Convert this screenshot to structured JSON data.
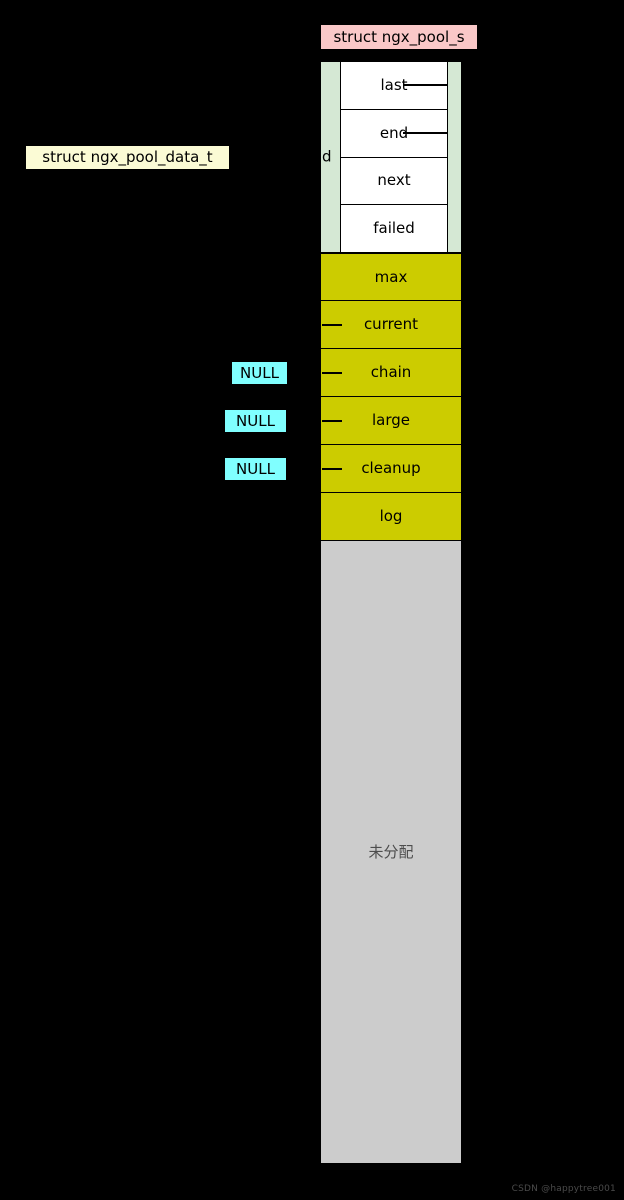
{
  "diagram": {
    "title_chip": "struct ngx_pool_s",
    "data_struct_chip": "struct ngx_pool_data_t",
    "data_member_label": "d",
    "data_fields": [
      {
        "label": "last",
        "has_pointer_line": true
      },
      {
        "label": "end",
        "has_pointer_line": true
      },
      {
        "label": "next",
        "has_pointer_line": false
      },
      {
        "label": "failed",
        "has_pointer_line": false
      }
    ],
    "pool_fields": [
      {
        "label": "max",
        "has_tick": false
      },
      {
        "label": "current",
        "has_tick": true
      },
      {
        "label": "chain",
        "has_tick": true
      },
      {
        "label": "large",
        "has_tick": true
      },
      {
        "label": "cleanup",
        "has_tick": true
      },
      {
        "label": "log",
        "has_tick": false
      }
    ],
    "null_labels": [
      "NULL",
      "NULL",
      "NULL"
    ],
    "unallocated_label": "未分配",
    "watermark": "CSDN @happytree001",
    "colors": {
      "background": "#000000",
      "title_chip_bg": "#FAC8C8",
      "data_struct_chip_bg": "#FBFBD5",
      "null_chip_bg": "#80FFFF",
      "green_strip": "#D5E8D4",
      "field_white": "#FFFFFF",
      "field_olive": "#CCCC00",
      "unallocated_gray": "#CCCCCC",
      "stroke": "#000000"
    }
  }
}
